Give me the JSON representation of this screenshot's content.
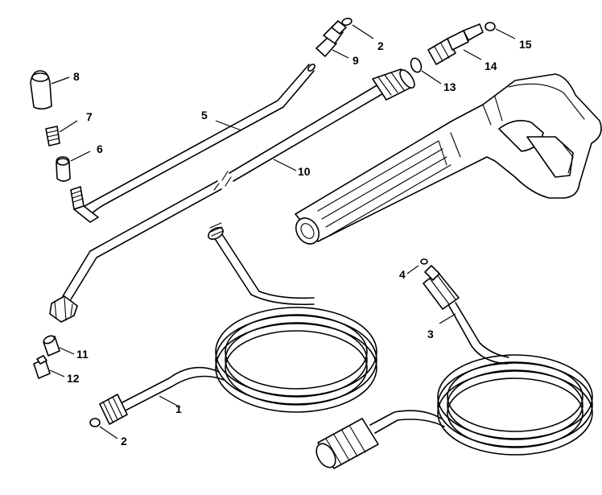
{
  "diagram": {
    "callouts": [
      {
        "id": "label-1",
        "text": "1"
      },
      {
        "id": "label-2a",
        "text": "2"
      },
      {
        "id": "label-2b",
        "text": "2"
      },
      {
        "id": "label-3",
        "text": "3"
      },
      {
        "id": "label-4",
        "text": "4"
      },
      {
        "id": "label-5",
        "text": "5"
      },
      {
        "id": "label-6",
        "text": "6"
      },
      {
        "id": "label-7",
        "text": "7"
      },
      {
        "id": "label-8",
        "text": "8"
      },
      {
        "id": "label-9",
        "text": "9"
      },
      {
        "id": "label-10",
        "text": "10"
      },
      {
        "id": "label-11",
        "text": "11"
      },
      {
        "id": "label-12",
        "text": "12"
      },
      {
        "id": "label-13",
        "text": "13"
      },
      {
        "id": "label-14",
        "text": "14"
      },
      {
        "id": "label-15",
        "text": "15"
      }
    ]
  }
}
